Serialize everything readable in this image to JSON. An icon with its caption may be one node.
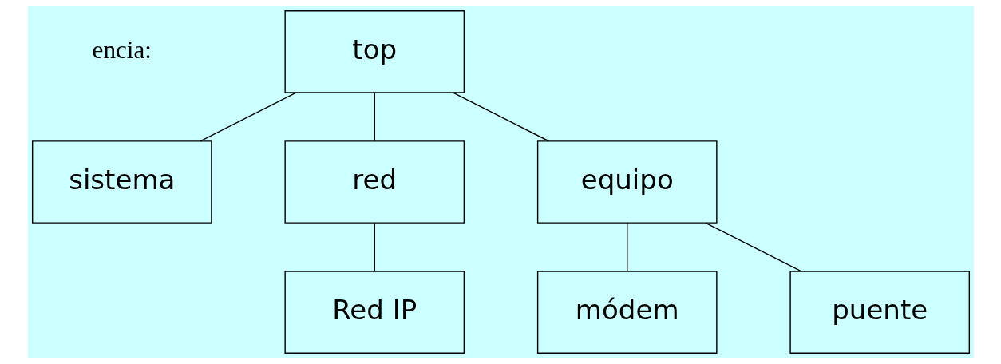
{
  "diagram": {
    "nodes": [
      {
        "text": [
          "top"
        ]
      },
      {
        "text": [
          "sistema"
        ]
      },
      {
        "text": [
          "red"
        ]
      },
      {
        "text": [
          "equipo"
        ]
      },
      {
        "text": [
          "Red IP"
        ]
      },
      {
        "text": [
          "módem"
        ]
      },
      {
        "text": [
          "puente"
        ]
      }
    ],
    "edges": [
      {
        "from": 0,
        "to": 1,
        "arrow": "none"
      },
      {
        "from": 0,
        "to": 2,
        "arrow": "none"
      },
      {
        "from": 0,
        "to": 3,
        "arrow": "none"
      },
      {
        "from": 2,
        "to": 4,
        "arrow": "none"
      },
      {
        "from": 3,
        "to": 5,
        "arrow": "none"
      },
      {
        "from": 3,
        "to": 6,
        "arrow": "none"
      }
    ],
    "labels": [
      "encia:"
    ]
  }
}
